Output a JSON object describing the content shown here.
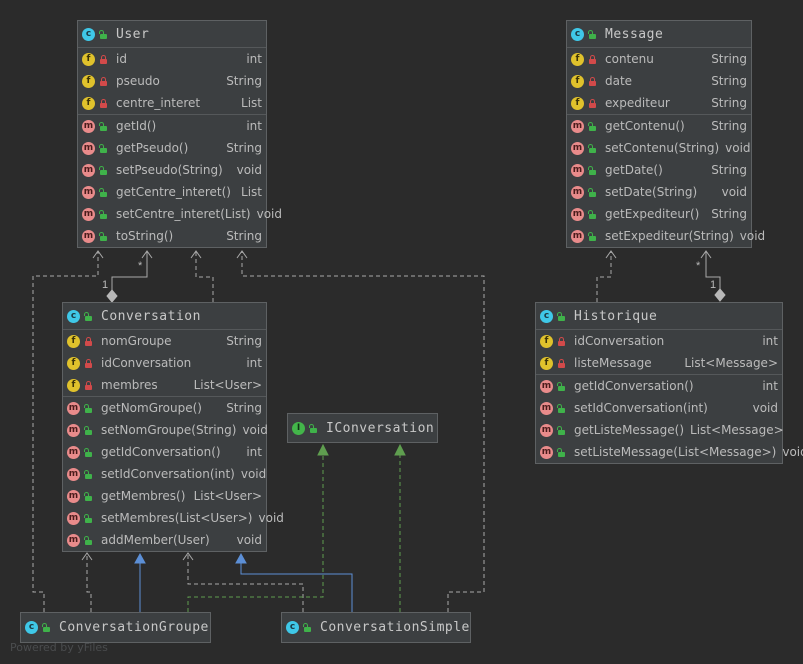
{
  "colors": {
    "background": "#2b2b2b",
    "node_fill": "#3c3f41",
    "edge": "#a9a9a9",
    "inherit_edge": "#5c8fd6",
    "realize_edge": "#5f9e4f"
  },
  "nodes": {
    "user": {
      "title": "User",
      "fields": [
        {
          "name": "id",
          "type": "int"
        },
        {
          "name": "pseudo",
          "type": "String"
        },
        {
          "name": "centre_interet",
          "type": "List"
        }
      ],
      "methods": [
        {
          "name": "getId()",
          "type": "int"
        },
        {
          "name": "getPseudo()",
          "type": "String"
        },
        {
          "name": "setPseudo(String)",
          "type": "void"
        },
        {
          "name": "getCentre_interet()",
          "type": "List"
        },
        {
          "name": "setCentre_interet(List)",
          "type": "void"
        },
        {
          "name": "toString()",
          "type": "String"
        }
      ]
    },
    "message": {
      "title": "Message",
      "fields": [
        {
          "name": "contenu",
          "type": "String"
        },
        {
          "name": "date",
          "type": "String"
        },
        {
          "name": "expediteur",
          "type": "String"
        }
      ],
      "methods": [
        {
          "name": "getContenu()",
          "type": "String"
        },
        {
          "name": "setContenu(String)",
          "type": "void"
        },
        {
          "name": "getDate()",
          "type": "String"
        },
        {
          "name": "setDate(String)",
          "type": "void"
        },
        {
          "name": "getExpediteur()",
          "type": "String"
        },
        {
          "name": "setExpediteur(String)",
          "type": "void"
        }
      ]
    },
    "conversation": {
      "title": "Conversation",
      "fields": [
        {
          "name": "nomGroupe",
          "type": "String"
        },
        {
          "name": "idConversation",
          "type": "int"
        },
        {
          "name": "membres",
          "type": "List<User>"
        }
      ],
      "methods": [
        {
          "name": "getNomGroupe()",
          "type": "String"
        },
        {
          "name": "setNomGroupe(String)",
          "type": "void"
        },
        {
          "name": "getIdConversation()",
          "type": "int"
        },
        {
          "name": "setIdConversation(int)",
          "type": "void"
        },
        {
          "name": "getMembres()",
          "type": "List<User>"
        },
        {
          "name": "setMembres(List<User>)",
          "type": "void"
        },
        {
          "name": "addMember(User)",
          "type": "void"
        }
      ]
    },
    "historique": {
      "title": "Historique",
      "fields": [
        {
          "name": "idConversation",
          "type": "int"
        },
        {
          "name": "listeMessage",
          "type": "List<Message>"
        }
      ],
      "methods": [
        {
          "name": "getIdConversation()",
          "type": "int"
        },
        {
          "name": "setIdConversation(int)",
          "type": "void"
        },
        {
          "name": "getListeMessage()",
          "type": "List<Message>"
        },
        {
          "name": "setListeMessage(List<Message>)",
          "type": "void"
        }
      ]
    },
    "iconversation": {
      "title": "IConversation"
    },
    "conversationgroupe": {
      "title": "ConversationGroupe"
    },
    "conversationsimple": {
      "title": "ConversationSimple"
    }
  },
  "multiplicities": {
    "user_star": "*",
    "user_one": "1",
    "message_star": "*",
    "message_one": "1"
  },
  "watermark": "Powered by yFiles"
}
